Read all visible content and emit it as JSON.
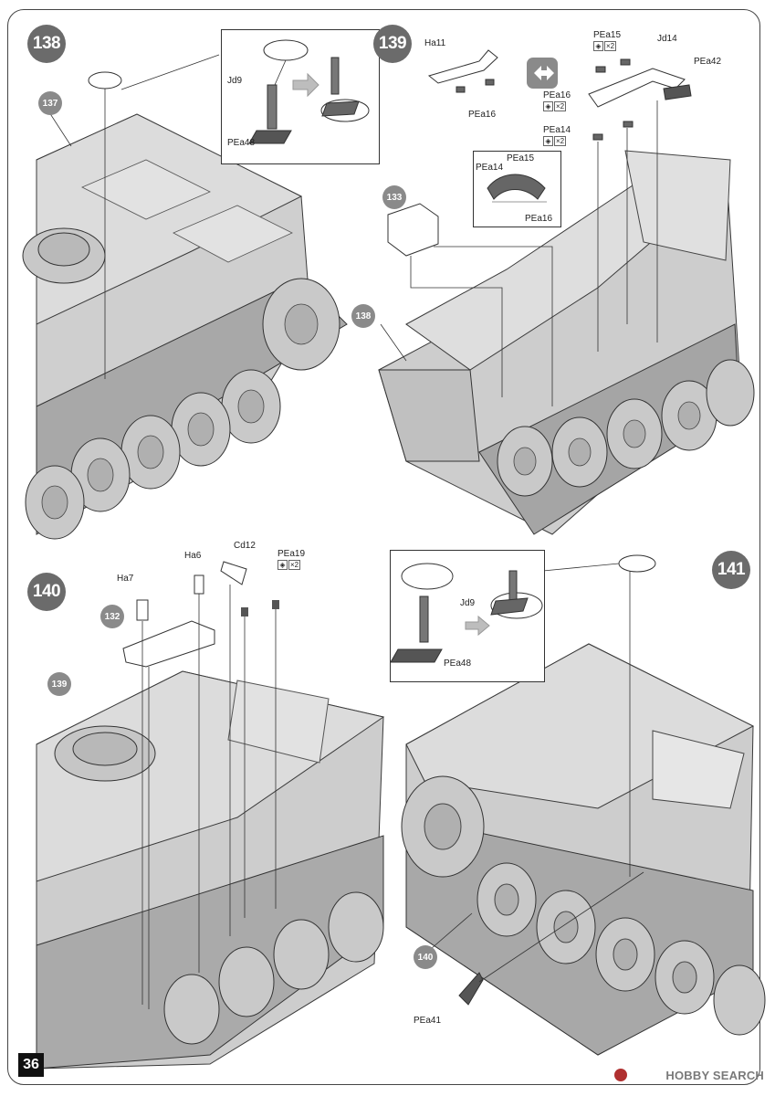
{
  "page": {
    "number": "36"
  },
  "watermark": {
    "text": "HOBBY SEARCH"
  },
  "steps": {
    "s138": {
      "number": "138",
      "ref": "137",
      "labels": {
        "jd9": "Jd9",
        "pea48": "PEa48"
      }
    },
    "s139": {
      "number": "139",
      "refs": [
        "133",
        "138"
      ],
      "labels": {
        "ha11": "Ha11",
        "pea16a": "PEa16",
        "pea15": "PEa15",
        "jd14": "Jd14",
        "pea42": "PEa42",
        "pea16b": "PEa16",
        "pea14": "PEa14",
        "inset_pea14": "PEa14",
        "inset_pea15": "PEa15",
        "inset_pea16": "PEa16"
      },
      "qty": "×2"
    },
    "s140": {
      "number": "140",
      "refs": [
        "132",
        "139"
      ],
      "labels": {
        "ha7": "Ha7",
        "ha6": "Ha6",
        "cd12": "Cd12",
        "pea19": "PEa19"
      },
      "qty": "×2"
    },
    "s141": {
      "number": "141",
      "ref": "140",
      "labels": {
        "jd9": "Jd9",
        "pea48": "PEa48",
        "pea41": "PEa41"
      }
    }
  },
  "colors": {
    "hull": "#c4c4c4",
    "hull_light": "#d9d9d9",
    "line": "#3a3a3a",
    "badge": "#6b6b6b"
  }
}
